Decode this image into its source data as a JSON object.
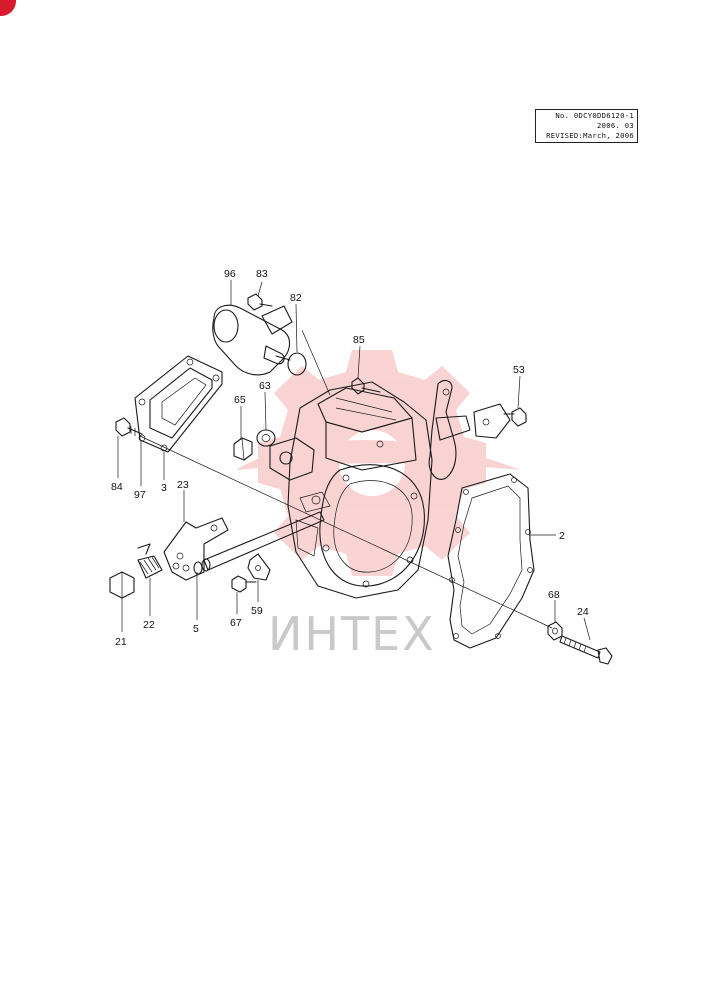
{
  "doc_info": {
    "number": "No. 0DCY0DD6120-1",
    "date": "2006. 03",
    "revised": "REVISED:March, 2006"
  },
  "watermark": {
    "text": "ИНТЕХ",
    "color": "#e53935"
  },
  "callouts": [
    {
      "id": "c96",
      "label": "96"
    },
    {
      "id": "c83",
      "label": "83"
    },
    {
      "id": "c82",
      "label": "82"
    },
    {
      "id": "c85",
      "label": "85"
    },
    {
      "id": "c53",
      "label": "53"
    },
    {
      "id": "c65",
      "label": "65"
    },
    {
      "id": "c63",
      "label": "63"
    },
    {
      "id": "c84",
      "label": "84"
    },
    {
      "id": "c97",
      "label": "97"
    },
    {
      "id": "c3",
      "label": "3"
    },
    {
      "id": "c23",
      "label": "23"
    },
    {
      "id": "c2",
      "label": "2"
    },
    {
      "id": "c21",
      "label": "21"
    },
    {
      "id": "c22",
      "label": "22"
    },
    {
      "id": "c5",
      "label": "5"
    },
    {
      "id": "c67",
      "label": "67"
    },
    {
      "id": "c59",
      "label": "59"
    },
    {
      "id": "c68",
      "label": "68"
    },
    {
      "id": "c24",
      "label": "24"
    }
  ]
}
